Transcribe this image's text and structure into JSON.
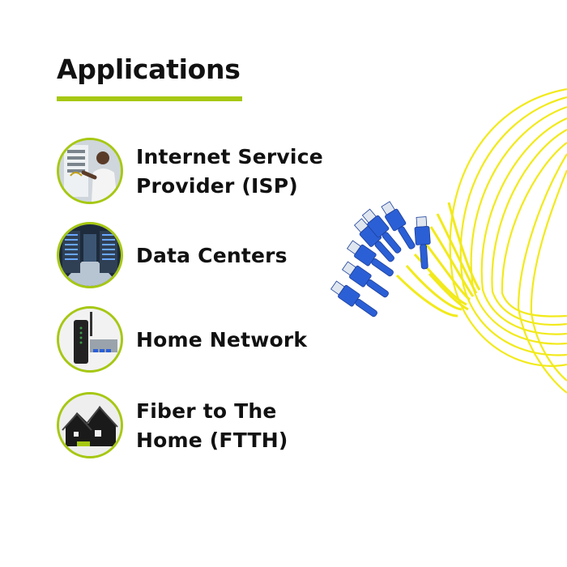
{
  "header": {
    "title": "Applications"
  },
  "applications": [
    {
      "label": "Internet Service\nProvider (ISP)",
      "icon": "technician-server-icon"
    },
    {
      "label": "Data Centers",
      "icon": "server-racks-icon"
    },
    {
      "label": "Home Network",
      "icon": "router-icon"
    },
    {
      "label": "Fiber to The\nHome (FTTH)",
      "icon": "houses-icon"
    }
  ],
  "colors": {
    "accent": "#a6c812",
    "text": "#111111",
    "cable": "#f2ea1a",
    "connector": "#2b5fd6"
  }
}
